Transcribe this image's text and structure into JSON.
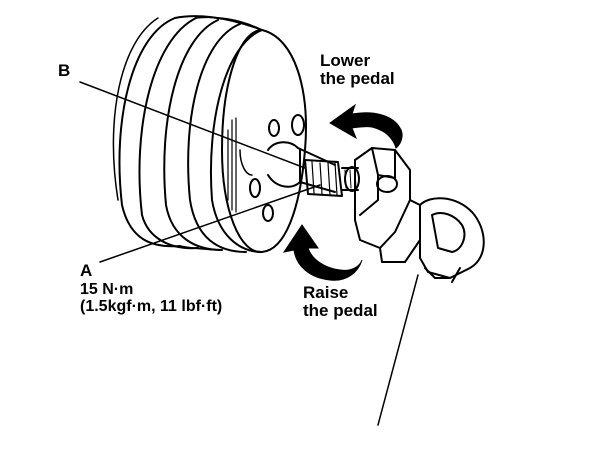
{
  "diagram": {
    "labels": {
      "b": "B",
      "a": "A",
      "a_torque": "15 N·m",
      "a_torque_conversion": "(1.5kgf·m, 11 lbf·ft)",
      "lower_line1": "Lower",
      "lower_line2": "the pedal",
      "raise_line1": "Raise",
      "raise_line2": "the pedal"
    }
  }
}
